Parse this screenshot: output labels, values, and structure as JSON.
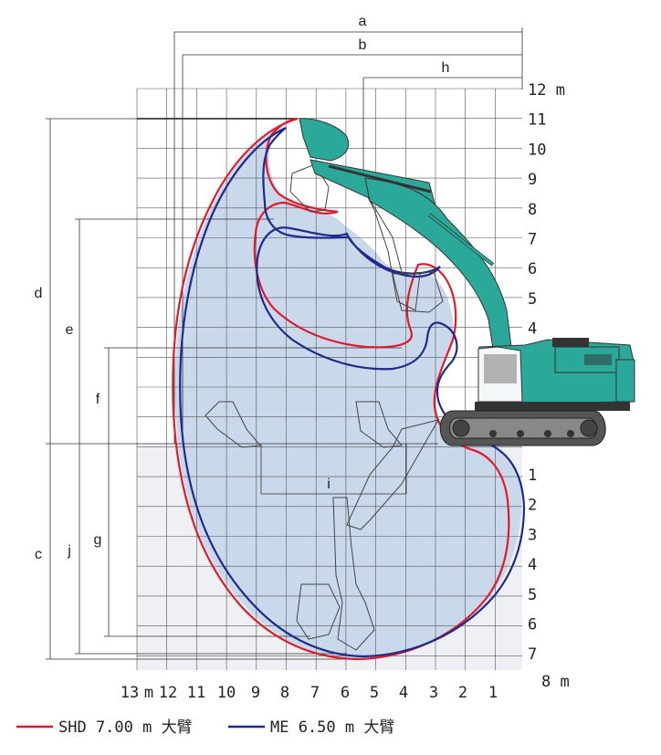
{
  "axes": {
    "x_ticks": [
      "13",
      "m",
      "12",
      "11",
      "10",
      "9",
      "8",
      "7",
      "6",
      "5",
      "4",
      "3",
      "2",
      "1"
    ],
    "x_unit": "8 m",
    "y_ticks_upper": [
      "12 m",
      "11",
      "10",
      "9",
      "8",
      "7",
      "6",
      "5",
      "4"
    ],
    "y_ticks_lower": [
      "1",
      "2",
      "3",
      "4",
      "5",
      "6",
      "7"
    ]
  },
  "dimensions": {
    "a": "a",
    "b": "b",
    "h": "h",
    "i": "i",
    "c": "c",
    "d": "d",
    "e": "e",
    "f": "f",
    "g": "g",
    "j": "j"
  },
  "legend": [
    {
      "label": "SHD 7.00 m 大臂",
      "color": "#e01a2b"
    },
    {
      "label": "ME 6.50 m 大臂",
      "color": "#1f2a8c"
    }
  ],
  "colors": {
    "shaded": "#c6d7ea",
    "lower_bg": "#eef0f3",
    "machine": "#2aa89a"
  }
}
